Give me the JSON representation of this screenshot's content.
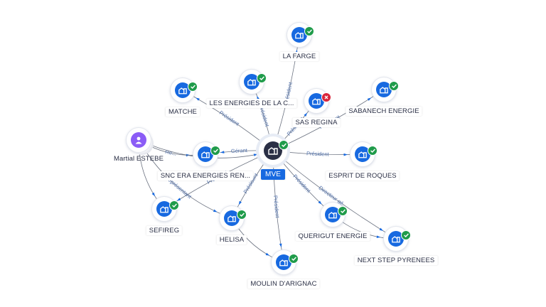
{
  "center": {
    "label": "MVE",
    "icon": "building-icon",
    "status": "ok"
  },
  "nodes": [
    {
      "id": "la-farge",
      "label": "LA FARGE",
      "icon": "building-icon",
      "status": "ok"
    },
    {
      "id": "les-energies",
      "label": "LES ENERGIES DE LA C...",
      "icon": "building-icon",
      "status": "ok"
    },
    {
      "id": "matche",
      "label": "MATCHE",
      "icon": "building-icon",
      "status": "ok"
    },
    {
      "id": "sas-regina",
      "label": "SAS REGINA",
      "icon": "building-icon",
      "status": "ko"
    },
    {
      "id": "sabanech",
      "label": "SABANECH ENERGIE",
      "icon": "building-icon",
      "status": "ok"
    },
    {
      "id": "martial",
      "label": "Martial ESTEBE",
      "icon": "person-icon",
      "status": ""
    },
    {
      "id": "snc-era",
      "label": "SNC ERA ENERGIES REN...",
      "icon": "building-icon",
      "status": "ok"
    },
    {
      "id": "esprit",
      "label": "ESPRIT DE ROQUES",
      "icon": "building-icon",
      "status": "ok"
    },
    {
      "id": "sefireg",
      "label": "SEFIREG",
      "icon": "building-icon",
      "status": "ok"
    },
    {
      "id": "helisa",
      "label": "HELISA",
      "icon": "building-icon",
      "status": "ok"
    },
    {
      "id": "querigut",
      "label": "QUERIGUT ENERGIE",
      "icon": "building-icon",
      "status": "ok"
    },
    {
      "id": "next-step",
      "label": "NEXT STEP PYRENEES",
      "icon": "building-icon",
      "status": "ok"
    },
    {
      "id": "moulin",
      "label": "MOULIN D'ARIGNAC",
      "icon": "building-icon",
      "status": "ok"
    }
  ],
  "edges": [
    {
      "from": "center",
      "to": "la-farge",
      "label": "Président"
    },
    {
      "from": "center",
      "to": "les-energies",
      "label": "Président"
    },
    {
      "from": "center",
      "to": "matche",
      "label": "Président"
    },
    {
      "from": "center",
      "to": "sas-regina",
      "label": "Président"
    },
    {
      "from": "center",
      "to": "sabanech",
      "label": "Président"
    },
    {
      "from": "center",
      "to": "snc-era",
      "label": "Gérant"
    },
    {
      "from": "center",
      "to": "esprit",
      "label": "Président"
    },
    {
      "from": "center",
      "to": "helisa",
      "label": "Président"
    },
    {
      "from": "center",
      "to": "moulin",
      "label": "Président"
    },
    {
      "from": "center",
      "to": "querigut",
      "label": "Président"
    },
    {
      "from": "center",
      "to": "next-step",
      "label": "Directeur gé..."
    },
    {
      "from": "center",
      "to": "sefireg",
      "label": "Président"
    },
    {
      "from": "martial",
      "to": "snc-era",
      "label": "Re..."
    },
    {
      "from": "martial",
      "to": "center",
      "label": "Pr..."
    },
    {
      "from": "martial",
      "to": "helisa",
      "label": "Représentant"
    },
    {
      "from": "martial",
      "to": "sefireg",
      "label": ""
    },
    {
      "from": "helisa",
      "to": "moulin",
      "label": ""
    },
    {
      "from": "querigut",
      "to": "next-step",
      "label": ""
    }
  ],
  "colors": {
    "accent": "#1769e0",
    "ok": "#1f9b4a",
    "ko": "#d9263b",
    "person": "#8b5cf6",
    "edge": "#6b7280",
    "edge_label": "#4e6ea8"
  }
}
